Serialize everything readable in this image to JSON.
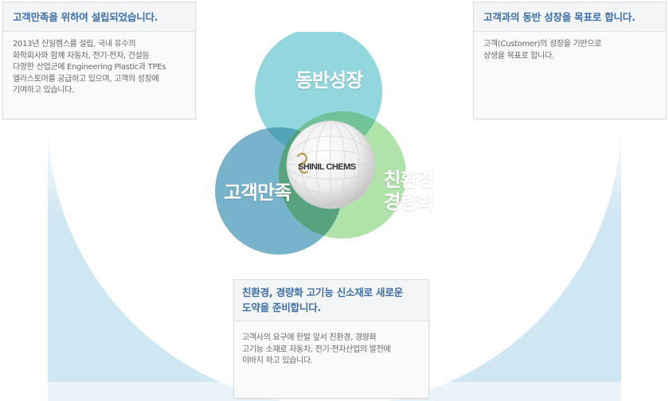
{
  "boxes": {
    "left": {
      "title": "고객만족을 위하여 설립되었습니다.",
      "body": [
        "2013년 신일켐스를 설립, 국내 유수의",
        "화학회사와 함께 자동차, 전기·전자, 건설등",
        "다양한 산업군에 Engineering Plastic과 TPEs",
        "엘라스토머를 공급하고 있으며, 고객의 성장에",
        "기여하고 있습니다."
      ]
    },
    "right": {
      "title": "고객과의 동반 성장을 목표로 합니다.",
      "body": [
        "고객(Customer)의 성장을 기반으로",
        "상생을 목표로 합니다."
      ]
    },
    "bottom": {
      "title": [
        "친환경, 경량화 고기능 신소재로 새로운",
        "도약을 준비합니다."
      ],
      "body": [
        "고객사의 요구에 한발 앞서 친환경, 경량화",
        "고기능 소재로 자동차, 전기·전자산업의 발전에",
        "이바지 하고 있습니다."
      ]
    }
  },
  "venn": {
    "top_label": "동반성장",
    "left_label": "고객만족",
    "right_label": [
      "친환경",
      "경량화"
    ],
    "center_logo_text": "SHINIL CHEMS",
    "colors": {
      "top": "#7fcfd8",
      "left": "#5fa6c2",
      "right": "#a6e0a0",
      "overlap_top_left": "#4f9fb3",
      "overlap_top_right": "#6cc08f",
      "overlap_left_right": "#4f9c7a"
    }
  },
  "logo_icon": "shinil-chems-logo-icon"
}
